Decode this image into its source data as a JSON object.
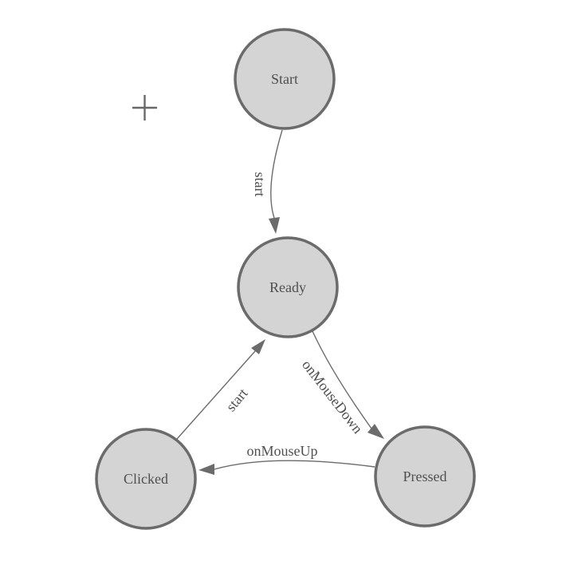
{
  "diagram": {
    "type": "state-machine",
    "nodes": [
      {
        "id": "start",
        "label": "Start"
      },
      {
        "id": "ready",
        "label": "Ready"
      },
      {
        "id": "clicked",
        "label": "Clicked"
      },
      {
        "id": "pressed",
        "label": "Pressed"
      }
    ],
    "edges": [
      {
        "from": "start",
        "to": "ready",
        "label": "start"
      },
      {
        "from": "clicked",
        "to": "ready",
        "label": "start"
      },
      {
        "from": "ready",
        "to": "pressed",
        "label": "onMouseDown"
      },
      {
        "from": "pressed",
        "to": "clicked",
        "label": "onMouseUp"
      }
    ],
    "icons": [
      {
        "name": "plus-icon"
      }
    ],
    "colors": {
      "background": "#ffffff",
      "node_fill": "#d4d4d4",
      "node_stroke": "#6b6b6b",
      "edge_stroke": "#6b6b6b",
      "arrowhead_fill": "#6b6b6b",
      "label_text": "#4f4f4f",
      "plus_icon": "#696969"
    }
  }
}
